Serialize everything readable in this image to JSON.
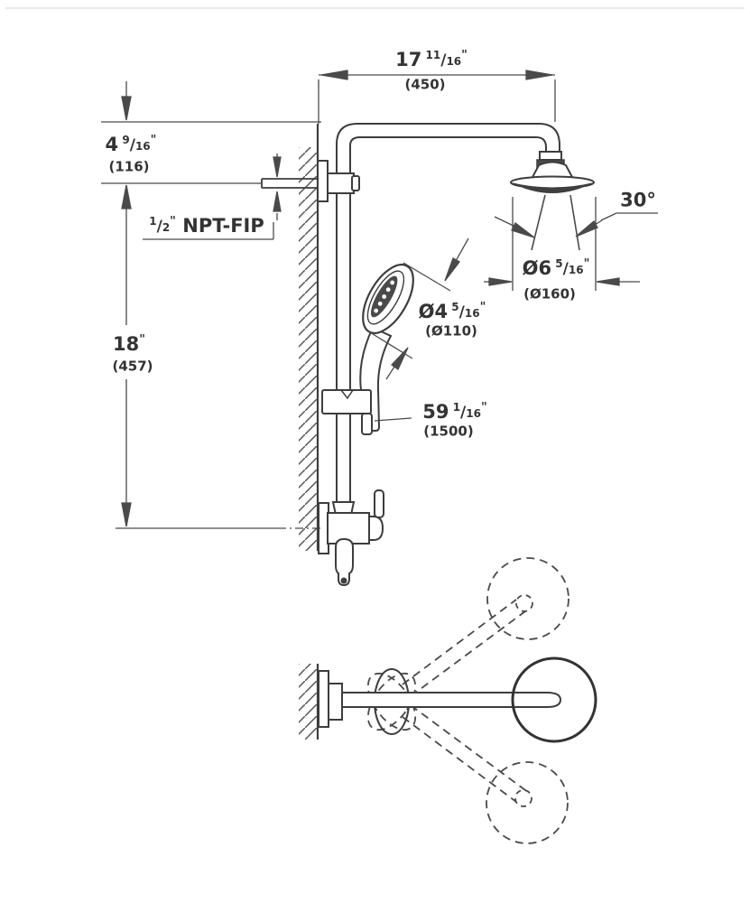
{
  "colors": {
    "ink": "#3d3d3d",
    "dim": "#4a4a4a",
    "background": "#ffffff"
  },
  "dims": {
    "width_top": {
      "whole": "17",
      "num": "11",
      "den": "16",
      "unit": "\"",
      "metric": "(450)"
    },
    "drop": {
      "whole": "4",
      "num": "9",
      "den": "16",
      "unit": "\"",
      "metric": "(116)"
    },
    "npt": {
      "num": "1",
      "den": "2",
      "unit": "\"",
      "text": "NPT-FIP"
    },
    "height": {
      "whole": "18",
      "unit": "\"",
      "metric": "(457)"
    },
    "head_diameter": {
      "whole": "Ø6",
      "num": "5",
      "den": "16",
      "unit": "\"",
      "metric": "(Ø160)"
    },
    "hand_diameter": {
      "whole": "Ø4",
      "num": "5",
      "den": "16",
      "unit": "\"",
      "metric": "(Ø110)"
    },
    "hose_length": {
      "whole": "59",
      "num": "1",
      "den": "16",
      "unit": "\"",
      "metric": "(1500)"
    },
    "spray_angle": {
      "value": "30°"
    }
  }
}
